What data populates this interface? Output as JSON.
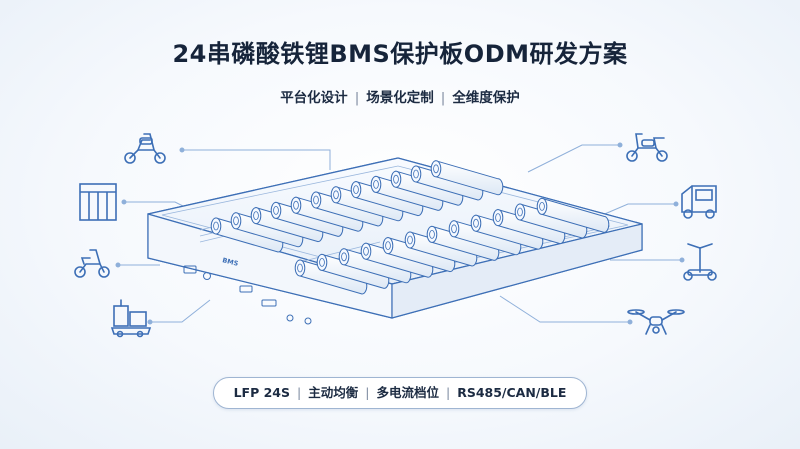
{
  "title": "24串磷酸铁锂BMS保护板ODM研发方案",
  "subtitle": {
    "items": [
      "平台化设计",
      "场景化定制",
      "全维度保护"
    ]
  },
  "badge": {
    "items": [
      "LFP 24S",
      "主动均衡",
      "多电流档位",
      "RS485/CAN/BLE"
    ]
  },
  "board_label": "BMS",
  "colors": {
    "line": "#3d6fb6",
    "line_light": "#8fb0da",
    "title": "#16243a"
  },
  "icons": {
    "left": [
      "electric-scooter-icon",
      "storage-cabinet-icon",
      "electric-moped-icon",
      "agv-robot-icon"
    ],
    "right": [
      "electric-scooter-icon",
      "electric-tricycle-icon",
      "self-balancing-scooter-icon",
      "drone-icon"
    ]
  }
}
